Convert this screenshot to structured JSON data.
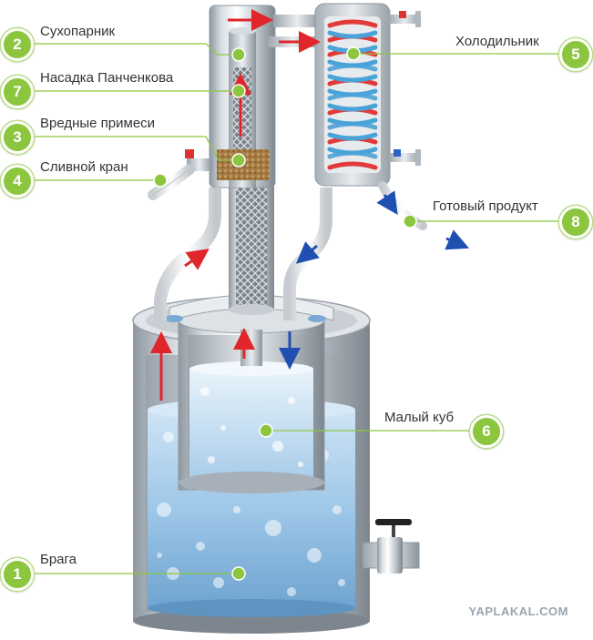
{
  "labels": {
    "dry_steamer": {
      "number": "2",
      "text": "Сухопарник"
    },
    "panchenkov": {
      "number": "7",
      "text": "Насадка Панченкова"
    },
    "impurities": {
      "number": "3",
      "text": "Вредные примеси"
    },
    "drain_valve": {
      "number": "4",
      "text": "Сливной кран"
    },
    "cooler": {
      "number": "5",
      "text": "Холодильник"
    },
    "product": {
      "number": "8",
      "text": "Готовый продукт"
    },
    "small_cube": {
      "number": "6",
      "text": "Малый куб"
    },
    "mash": {
      "number": "1",
      "text": "Брага"
    }
  },
  "watermark": "YAPLAKAL.COM",
  "colors": {
    "accent_green": "#8cc63f",
    "hot_arrow": "#e0262b",
    "cold_arrow": "#1f4fb0",
    "coil_red": "#e23a3a",
    "coil_blue": "#4aa3d8",
    "steel_light": "#eef1f4",
    "steel_dark": "#8e979f",
    "liquid": "#9ec7e8",
    "impurities": "#b08a55"
  }
}
